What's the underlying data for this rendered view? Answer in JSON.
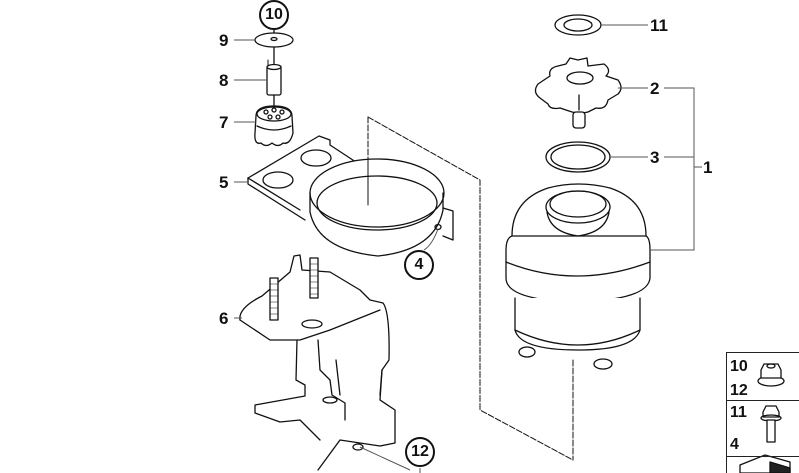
{
  "diagram": {
    "title": "Power steering fluid reservoir assembly (exploded parts view)",
    "callouts": {
      "c1": "1",
      "c2": "2",
      "c3": "3",
      "c4": "4",
      "c5": "5",
      "c6": "6",
      "c7": "7",
      "c8": "8",
      "c9": "9",
      "c10": "10",
      "c11": "11",
      "c12": "12"
    },
    "parts": [
      {
        "number": "1",
        "name": "reservoir-assembly"
      },
      {
        "number": "2",
        "name": "filler-cap"
      },
      {
        "number": "3",
        "name": "o-ring-seal"
      },
      {
        "number": "4",
        "name": "clamp-bolt-hole"
      },
      {
        "number": "5",
        "name": "reservoir-clamp-bracket"
      },
      {
        "number": "6",
        "name": "mounting-bracket"
      },
      {
        "number": "7",
        "name": "rubber-mount"
      },
      {
        "number": "8",
        "name": "spacer-sleeve"
      },
      {
        "number": "9",
        "name": "washer"
      },
      {
        "number": "10",
        "name": "nut"
      },
      {
        "number": "11",
        "name": "gasket-ring"
      },
      {
        "number": "12",
        "name": "nut"
      }
    ],
    "legend": {
      "rows": [
        {
          "top": "10",
          "bottom": "12",
          "icon": "hex-flange-nut-icon"
        },
        {
          "top": "11",
          "bottom": "4",
          "icon": "hex-flange-bolt-icon"
        },
        {
          "top": "",
          "bottom": "",
          "icon": "diagram-reference-icon"
        }
      ]
    },
    "colors": {
      "line": "#111111",
      "leader": "#555555",
      "background": "#ffffff"
    }
  }
}
